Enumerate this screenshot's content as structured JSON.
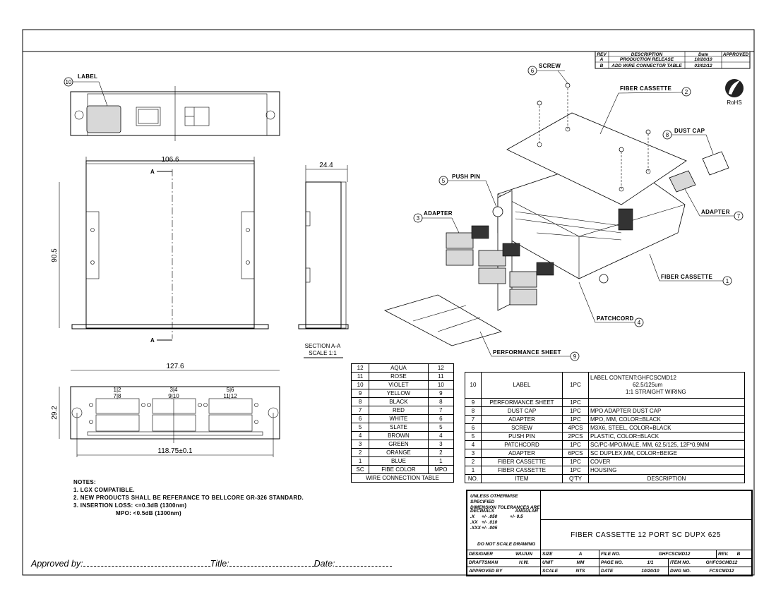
{
  "revision_table": {
    "headers": [
      "REV",
      "DESCRIPTION",
      "Date",
      "APPROVED"
    ],
    "rows": [
      [
        "A",
        "PRODUCTION RELEASE",
        "10/20/10",
        ""
      ],
      [
        "B",
        "ADD WIRE CONNECTOR TABLE",
        "03/02/12",
        ""
      ]
    ]
  },
  "rohs_logo": "RoHS",
  "top_view": {
    "balloon": "10",
    "label": "LABEL"
  },
  "front_view": {
    "width_dim": "106.6",
    "height_dim": "90.5",
    "section_mark": "A"
  },
  "side_view": {
    "width_dim": "24.4",
    "section_title": "SECTION A-A",
    "section_scale": "SCALE 1:1"
  },
  "rear_view": {
    "width_dim": "127.6",
    "height_dim": "29.2",
    "hole_dim": "118.75±0.1",
    "port_labels": [
      [
        "1|2",
        "7|8"
      ],
      [
        "3|4",
        "9|10"
      ],
      [
        "5|6",
        "11|12"
      ]
    ]
  },
  "callouts": [
    {
      "n": "6",
      "label": "SCREW"
    },
    {
      "n": "2",
      "label": "FIBER CASSETTE"
    },
    {
      "n": "8",
      "label": "DUST CAP"
    },
    {
      "n": "5",
      "label": "PUSH PIN"
    },
    {
      "n": "3",
      "label": "ADAPTER"
    },
    {
      "n": "7",
      "label": "ADAPTER"
    },
    {
      "n": "1",
      "label": "FIBER CASSETTE"
    },
    {
      "n": "4",
      "label": "PATCHCORD"
    },
    {
      "n": "9",
      "label": "PERFORMANCE SHEET"
    }
  ],
  "wire_table": {
    "rows": [
      [
        "12",
        "AQUA",
        "12"
      ],
      [
        "11",
        "ROSE",
        "11"
      ],
      [
        "10",
        "VIOLET",
        "10"
      ],
      [
        "9",
        "YELLOW",
        "9"
      ],
      [
        "8",
        "BLACK",
        "8"
      ],
      [
        "7",
        "RED",
        "7"
      ],
      [
        "6",
        "WHITE",
        "6"
      ],
      [
        "5",
        "SLATE",
        "5"
      ],
      [
        "4",
        "BROWN",
        "4"
      ],
      [
        "3",
        "GREEN",
        "3"
      ],
      [
        "2",
        "ORANGE",
        "2"
      ],
      [
        "1",
        "BLUE",
        "1"
      ]
    ],
    "headers": [
      "SC",
      "FIBE COLOR",
      "MPO"
    ],
    "title": "WIRE CONNECTION TABLE"
  },
  "bom": {
    "row10": {
      "no": "10",
      "item": "LABEL",
      "qty": "1PC",
      "desc1": "LABEL CONTENT:GHFCSCMD12",
      "desc2": "62.5/125um",
      "desc3": "1:1 STRAIGHT WIRING"
    },
    "rows": [
      [
        "9",
        "PERFORMANCE SHEET",
        "1PC",
        ""
      ],
      [
        "8",
        "DUST CAP",
        "1PC",
        "MPO ADAPTER DUST CAP"
      ],
      [
        "7",
        "ADAPTER",
        "1PC",
        "MPO, MM, COLOR=BLACK"
      ],
      [
        "6",
        "SCREW",
        "4PCS",
        "M3X6, STEEL, COLOR=BLACK"
      ],
      [
        "5",
        "PUSH PIN",
        "2PCS",
        "PLASTIC, COLOR=BLACK"
      ],
      [
        "4",
        "PATCHCORD",
        "1PC",
        "SC/PC-MPO/MALE, MM, 62.5/125, 12F*0.9MM"
      ],
      [
        "3",
        "ADAPTER",
        "6PCS",
        "SC DUPLEX,MM, COLOR=BEIGE"
      ],
      [
        "2",
        "FIBER CASSETTE",
        "1PC",
        "COVER"
      ],
      [
        "1",
        "FIBER CASSETTE",
        "1PC",
        "HOUSING"
      ]
    ],
    "headers": [
      "NO.",
      "ITEM",
      "Q'TY",
      "DESCRIPTION"
    ]
  },
  "title_block": {
    "tolerance": [
      "UNLESS OTHERWISE SPECIFIED",
      "DIMENSION TOLERANCES ARE"
    ],
    "decimals_label": "DECIMALS",
    "angular_label": "ANGULAR",
    "tol_rows": [
      [
        ".X",
        "+/- .050",
        "+/- 0.5"
      ],
      [
        ".XX",
        "+/- .010",
        ""
      ],
      [
        ".XXX",
        "+/- .005",
        ""
      ]
    ],
    "no_scale": "DO NOT SCALE DRAWING",
    "title": "FIBER CASSETTE 12 PORT SC DUPX 625",
    "rows": [
      [
        "DESIGNER",
        "WUJUN",
        "SIZE",
        "A",
        "FILE NO.",
        "GHFCSCMD12",
        "REV.",
        "B"
      ],
      [
        "DRAFTSMAN",
        "H.W.",
        "UNIT",
        "MM",
        "PAGE NO.",
        "1/1",
        "ITEM NO.",
        "GHFCSCMD12"
      ],
      [
        "APPROVED BY",
        "",
        "SCALE",
        "NTS",
        "DATE",
        "10/20/10",
        "DWG NO.",
        "FCSCMD12"
      ]
    ]
  },
  "notes": {
    "title": "NOTES:",
    "items": [
      "1. LGX COMPATIBLE.",
      "2. NEW PRODUCTS SHALL BE REFERANCE TO BELLCORE GR-326 STANDARD.",
      "3. INSERTION LOSS: <=0.3dB (1300nm)",
      "MPO: <0.5dB (1300nm)"
    ]
  },
  "approval_line": {
    "approved_by": "Approved by:",
    "title": "Title:",
    "date": "Date:"
  }
}
